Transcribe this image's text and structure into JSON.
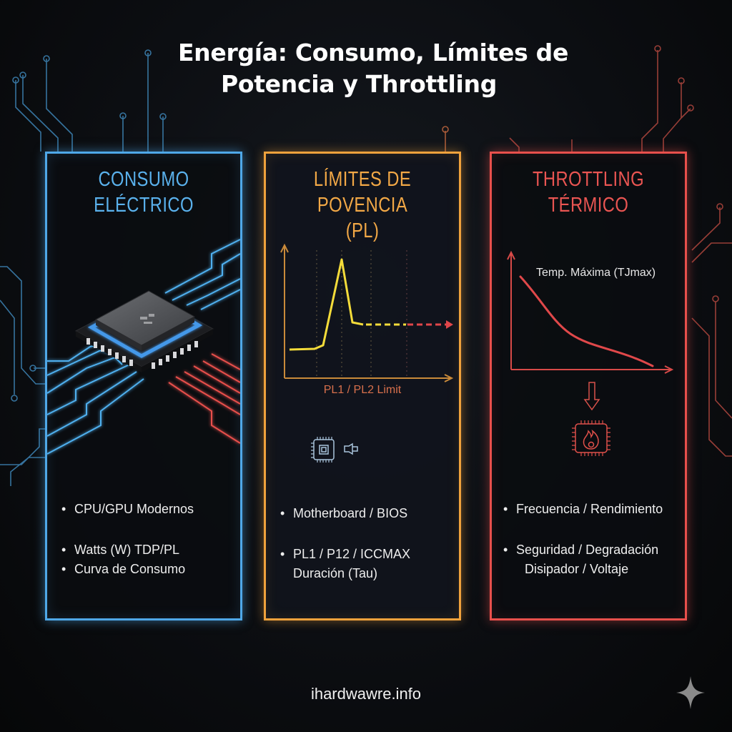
{
  "header": {
    "title_line1": "Energía: Consumo, Límites de",
    "title_line2": "Potencia y Throttling"
  },
  "colors": {
    "blue": "#4fa8e8",
    "amber": "#f0a23c",
    "yellow": "#f4dc3a",
    "red": "#e8504c",
    "background": "#0c0e12"
  },
  "panels": [
    {
      "id": "consumo",
      "title_line1": "CONSUMO",
      "title_line2": "ELÉCTRICO",
      "accent": "#4fa8e8",
      "icon": "cpu-chip-illustration",
      "bullets": [
        {
          "text": "CPU/GPU Modernos"
        },
        {
          "text": "Watts (W) TDP/PL"
        },
        {
          "text": "Curva de Consumo"
        }
      ]
    },
    {
      "id": "limites",
      "title_line1": "LÍMITES DE POVENCIA",
      "title_line2": "(PL)",
      "accent": "#f0a23c",
      "chart_label": "PL1 / PL2 Limit",
      "icon": "cpu-power-plug-icon",
      "bullets": [
        {
          "text": "Motherboard / BIOS"
        },
        {
          "text": "PL1 / P12 / ICCMAX"
        },
        {
          "text": "Duración (Tau)"
        }
      ]
    },
    {
      "id": "throttling",
      "title_line1": "THROTTLING",
      "title_line2": "TÉRMICO",
      "accent": "#e8504c",
      "chart_label": "Temp. Máxima (TJmax)",
      "icon": "cpu-flame-icon",
      "arrow_icon": "down-arrow-icon",
      "bullets": [
        {
          "text": "Frecuencia / Rendimiento"
        },
        {
          "text": "Seguridad / Degradación"
        },
        {
          "text": "Disipador / Voltaje"
        }
      ]
    }
  ],
  "footer": {
    "site": "ihardwawre.info",
    "watermark_icon": "sparkle-icon"
  }
}
